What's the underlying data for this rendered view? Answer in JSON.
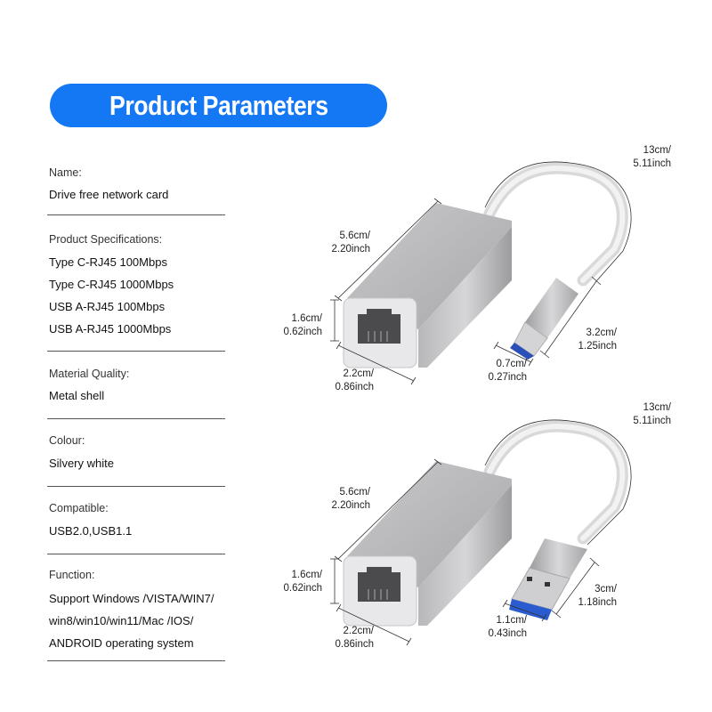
{
  "header": {
    "title": "Product Parameters",
    "accent_color": "#1478f5"
  },
  "parameters": [
    {
      "label": "Name:",
      "values": [
        "Drive free network card"
      ]
    },
    {
      "label": "Product Specifications:",
      "values": [
        "Type C-RJ45  100Mbps",
        "Type C-RJ45  1000Mbps",
        "USB A-RJ45  100Mbps",
        "USB A-RJ45  1000Mbps"
      ]
    },
    {
      "label": "Material Quality:",
      "values": [
        "Metal shell"
      ]
    },
    {
      "label": "Colour:",
      "values": [
        "Silvery white"
      ]
    },
    {
      "label": "Compatible:",
      "values": [
        "USB2.0,USB1.1"
      ]
    },
    {
      "label": "Function:",
      "values": [
        "Support Windows /VISTA/WIN7/",
        "win8/win10/win11/Mac /IOS/",
        "ANDROID operating system"
      ]
    }
  ],
  "diagrams": {
    "type_c": {
      "cable_length": [
        "13cm/",
        "5.11inch"
      ],
      "body_length": [
        "5.6cm/",
        "2.20inch"
      ],
      "body_height": [
        "1.6cm/",
        "0.62inch"
      ],
      "body_width": [
        "2.2cm/",
        "0.86inch"
      ],
      "plug_length": [
        "3.2cm/",
        "1.25inch"
      ],
      "plug_width": [
        "0.7cm/",
        "0.27inch"
      ]
    },
    "usb_a": {
      "cable_length": [
        "13cm/",
        "5.11inch"
      ],
      "body_length": [
        "5.6cm/",
        "2.20inch"
      ],
      "body_height": [
        "1.6cm/",
        "0.62inch"
      ],
      "body_width": [
        "2.2cm/",
        "0.86inch"
      ],
      "plug_length": [
        "3cm/",
        "1.18inch"
      ],
      "plug_width": [
        "1.1cm/",
        "0.43inch"
      ]
    }
  }
}
